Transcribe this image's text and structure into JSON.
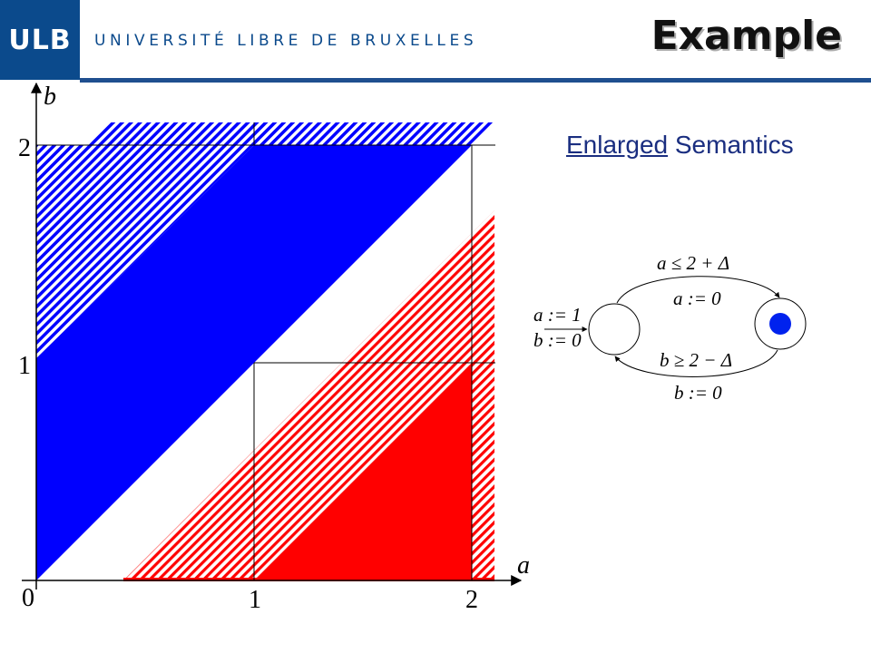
{
  "header": {
    "logo_text": "ULB",
    "university": "UNIVERSITÉ LIBRE DE BRUXELLES",
    "title": "Example"
  },
  "subtitle": {
    "underlined": "Enlarged",
    "rest": " Semantics"
  },
  "colors": {
    "blue": "#0000ff",
    "red": "#ff0000",
    "brand": "#0b4a8c"
  },
  "plot": {
    "x_axis_label": "a",
    "y_axis_label": "b",
    "origin_label": "0",
    "x_ticks": [
      "1",
      "2"
    ],
    "y_ticks": [
      "1",
      "2"
    ]
  },
  "automaton": {
    "init_reset_a": "a := 1",
    "init_reset_b": "b := 0",
    "top_guard": "a ≤ 2 + Δ",
    "top_reset": "a := 0",
    "bottom_guard": "b ≥ 2 − Δ",
    "bottom_reset": "b := 0"
  }
}
